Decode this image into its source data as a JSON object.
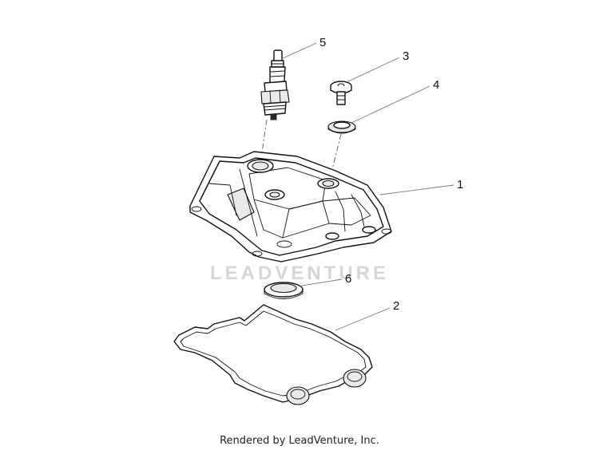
{
  "watermark": "LEADVENTURE",
  "footer": "Rendered by LeadVenture, Inc.",
  "callouts": [
    {
      "id": "1",
      "label": "1"
    },
    {
      "id": "2",
      "label": "2"
    },
    {
      "id": "3",
      "label": "3"
    },
    {
      "id": "4",
      "label": "4"
    },
    {
      "id": "5",
      "label": "5"
    },
    {
      "id": "6",
      "label": "6"
    }
  ]
}
